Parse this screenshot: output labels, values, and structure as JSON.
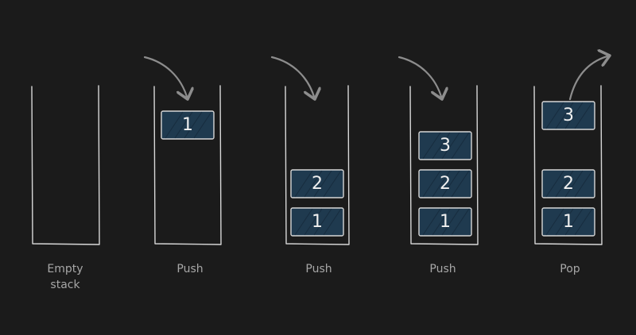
{
  "stages": [
    {
      "id": "empty",
      "caption_lines": [
        "Empty",
        "stack"
      ],
      "boxes": [],
      "arrow": "none"
    },
    {
      "id": "push-1",
      "caption_lines": [
        "Push"
      ],
      "boxes": [
        {
          "label": "1",
          "level": "incoming"
        }
      ],
      "arrow": "down"
    },
    {
      "id": "push-2",
      "caption_lines": [
        "Push"
      ],
      "boxes": [
        {
          "label": "2",
          "level": 2
        },
        {
          "label": "1",
          "level": 1
        }
      ],
      "arrow": "down"
    },
    {
      "id": "push-3",
      "caption_lines": [
        "Push"
      ],
      "boxes": [
        {
          "label": "3",
          "level": 3
        },
        {
          "label": "2",
          "level": 2
        },
        {
          "label": "1",
          "level": 1
        }
      ],
      "arrow": "down"
    },
    {
      "id": "pop",
      "caption_lines": [
        "Pop"
      ],
      "boxes": [
        {
          "label": "3",
          "level": "outgoing"
        },
        {
          "label": "2",
          "level": 2
        },
        {
          "label": "1",
          "level": 1
        }
      ],
      "arrow": "up"
    }
  ],
  "colors": {
    "background": "#1b1b1b",
    "stack_outline": "#d8d8d8",
    "box_fill": "#1f3a4f",
    "box_border": "#d7d7d7",
    "box_text": "#f0f0f0",
    "caption_text": "#a7a7a7",
    "arrow": "#8d8d8d"
  }
}
